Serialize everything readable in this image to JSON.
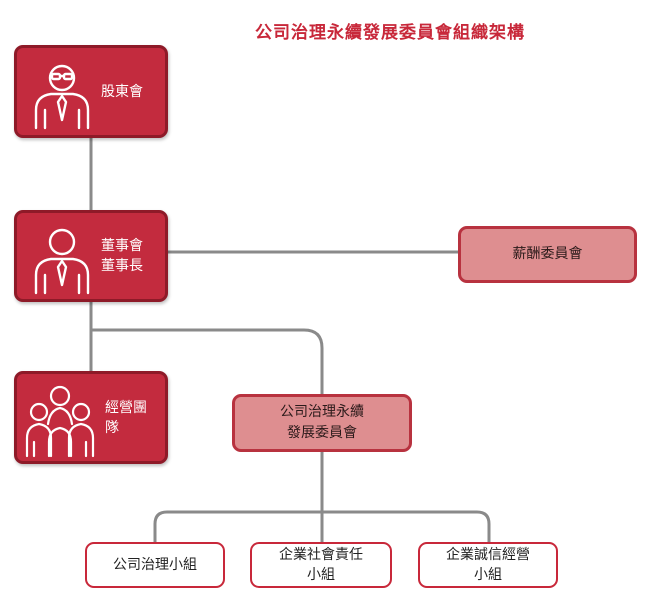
{
  "title": "公司治理永續發展委員會組織架構",
  "nodes": {
    "shareholders": {
      "label": "股東會"
    },
    "board": {
      "line1": "董事會",
      "line2": "董事長"
    },
    "management": {
      "label": "經營團隊"
    },
    "compensation": {
      "label": "薪酬委員會"
    },
    "sustainability": {
      "line1": "公司治理永續",
      "line2": "發展委員會"
    },
    "governance_group": {
      "label": "公司治理小組"
    },
    "csr_group": {
      "line1": "企業社會責任",
      "line2": "小組"
    },
    "integrity_group": {
      "line1": "企業誠信經營",
      "line2": "小組"
    }
  },
  "icons": {
    "shareholders": "person-with-glasses-icon",
    "board": "person-icon",
    "management": "group-icon"
  },
  "colors": {
    "title": "#c8283a",
    "dark_box": "#c32b3e",
    "medium_box": "#de8e90",
    "light_box_border": "#c8283a",
    "connector": "#8a8a8a"
  }
}
